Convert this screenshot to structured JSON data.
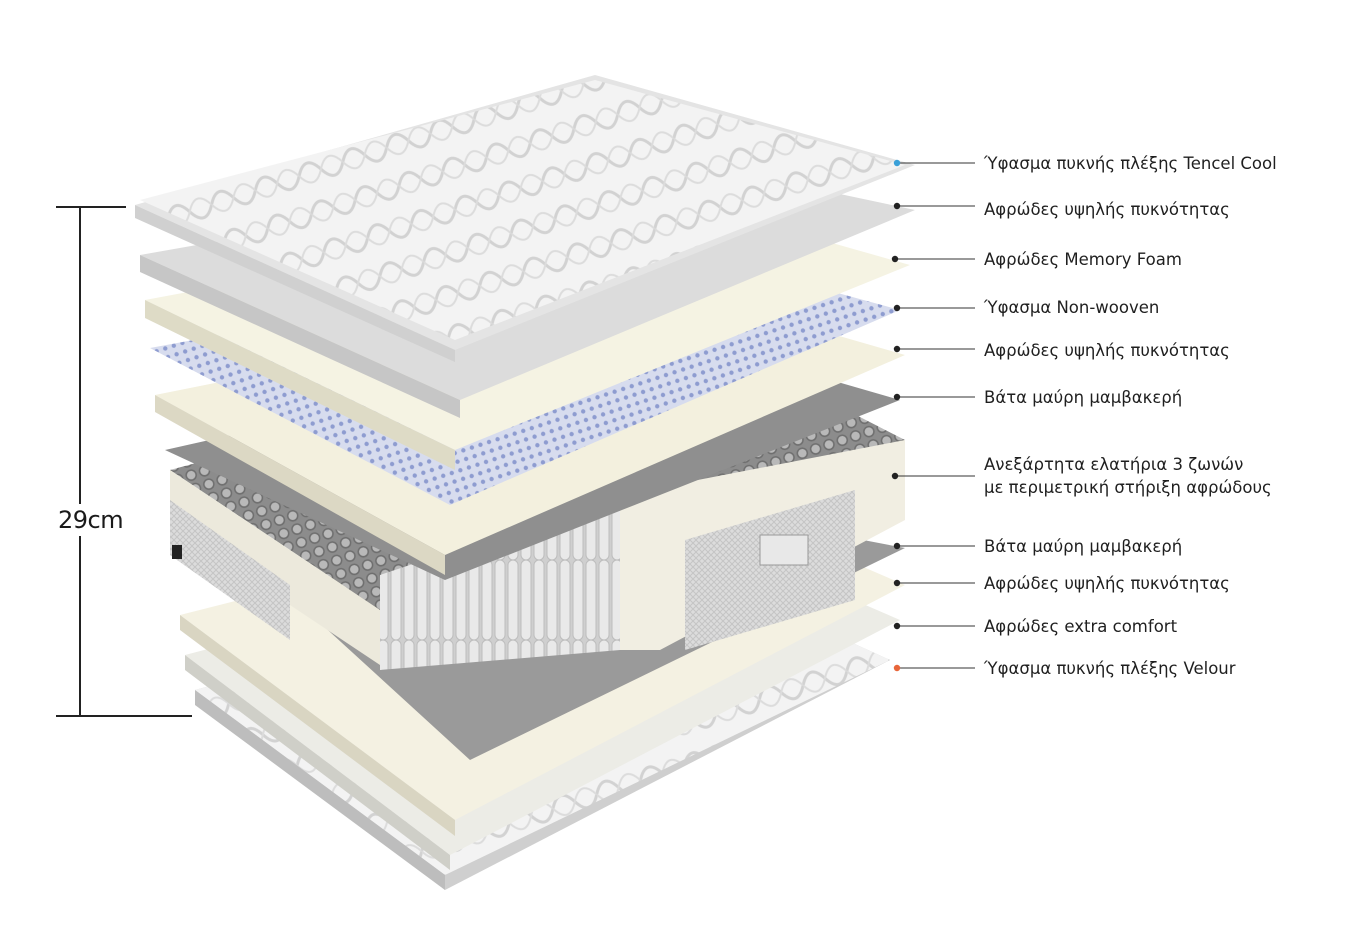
{
  "height_label": "29cm",
  "layers": [
    {
      "label": "Ύφασμα πυκνής πλέξης Tencel Cool",
      "dot_color": "#3aa0d8"
    },
    {
      "label": "Αφρώδες υψηλής πυκνότητας",
      "dot_color": "#222222"
    },
    {
      "label": "Αφρώδες Memory Foam",
      "dot_color": "#222222"
    },
    {
      "label": "Ύφασμα Non-wooven",
      "dot_color": "#222222"
    },
    {
      "label": "Αφρώδες υψηλής πυκνότητας",
      "dot_color": "#222222"
    },
    {
      "label": "Βάτα μαύρη μαμβακερή",
      "dot_color": "#222222"
    },
    {
      "label": "Ανεξάρτητα ελατήρια 3 ζωνών",
      "label_line2": "με περιμετρική στήριξη αφρώδους",
      "dot_color": "#222222"
    },
    {
      "label": "Βάτα μαύρη μαμβακερή",
      "dot_color": "#222222"
    },
    {
      "label": "Αφρώδες υψηλής πυκνότητας",
      "dot_color": "#222222"
    },
    {
      "label": "Αφρώδες extra comfort",
      "dot_color": "#222222"
    },
    {
      "label": "Ύφασμα πυκνής πλέξης Velour",
      "dot_color": "#e8663a"
    }
  ]
}
